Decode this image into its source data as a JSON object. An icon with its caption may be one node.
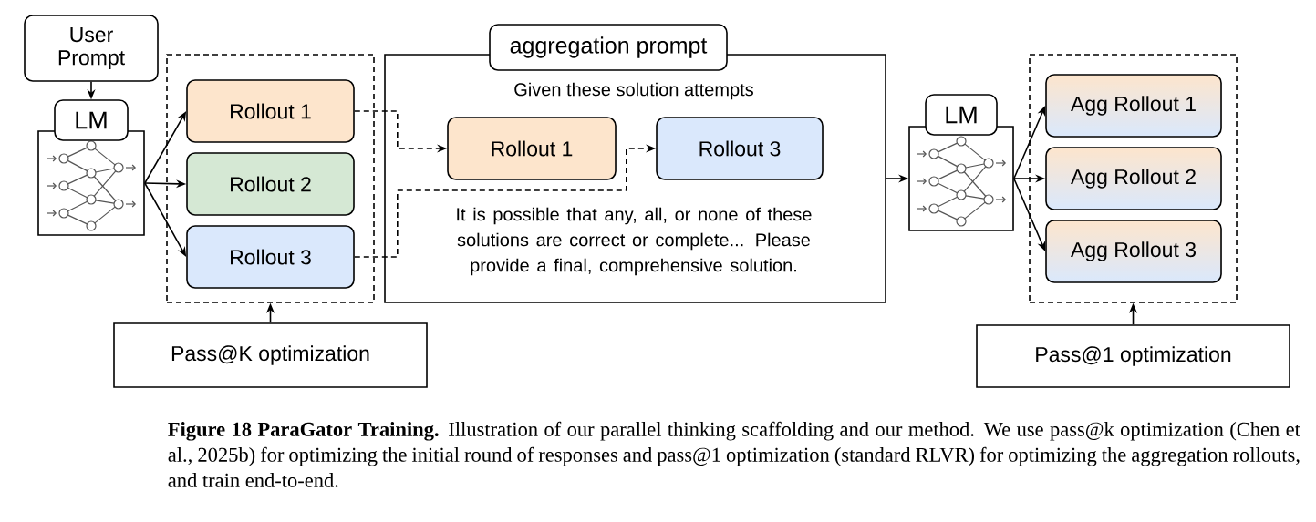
{
  "diagram": {
    "caption": "**Figure 18 ParaGator Training.** Illustration of our parallel thinking scaffolding and our method. We use pass@k optimization (Chen et al., 2025b) for optimizing the initial round of responses and pass@1 optimization (standard RLVR) for optimizing the aggregation rollouts, and train end-to-end.",
    "nodes": [
      {
        "text": [
          "User Prompt"
        ]
      },
      {
        "text": [
          "LM"
        ]
      },
      {
        "text": [],
        "shape": "box"
      },
      {
        "text": [
          "Rollout 1"
        ],
        "in": 2
      },
      {
        "text": [
          "Rollout 2"
        ],
        "in": 2
      },
      {
        "text": [
          "Rollout 3"
        ],
        "in": 2
      },
      {
        "text": [
          "aggregation prompt",
          "Given these solution attempts",
          "It is possible that any, all, or none of these solutions are correct or complete... Please provide a final, comprehensive solution."
        ]
      },
      {
        "text": [
          "Rollout 1"
        ],
        "in": 6
      },
      {
        "text": [
          "Rollout 3"
        ],
        "in": 6
      },
      {
        "text": [
          "LM"
        ]
      },
      {
        "text": [],
        "shape": "box"
      },
      {
        "text": [
          "Agg Rollout 1"
        ],
        "in": 10
      },
      {
        "text": [
          "Agg Rollout 2"
        ],
        "in": 10
      },
      {
        "text": [
          "Agg Rollout 3"
        ],
        "in": 10
      },
      {
        "text": [
          "Pass@K optimization"
        ]
      },
      {
        "text": [
          "Pass@1 optimization"
        ]
      }
    ],
    "edges": [
      {
        "from": 0,
        "to": 1,
        "arrow": "to"
      },
      {
        "from": 1,
        "to": 3,
        "arrow": "to"
      },
      {
        "from": 1,
        "to": 4,
        "arrow": "to"
      },
      {
        "from": 1,
        "to": 5,
        "arrow": "to"
      },
      {
        "from": 3,
        "to": 7,
        "arrow": "to",
        "style": "dashed"
      },
      {
        "from": 5,
        "to": 8,
        "arrow": "to",
        "style": "dashed"
      },
      {
        "from": 6,
        "to": 9,
        "arrow": "to"
      },
      {
        "from": 9,
        "to": 11,
        "arrow": "to"
      },
      {
        "from": 9,
        "to": 12,
        "arrow": "to"
      },
      {
        "from": 9,
        "to": 13,
        "arrow": "to"
      },
      {
        "from": 14,
        "to": 2,
        "arrow": "to"
      },
      {
        "from": 15,
        "to": 10,
        "arrow": "to"
      }
    ]
  }
}
